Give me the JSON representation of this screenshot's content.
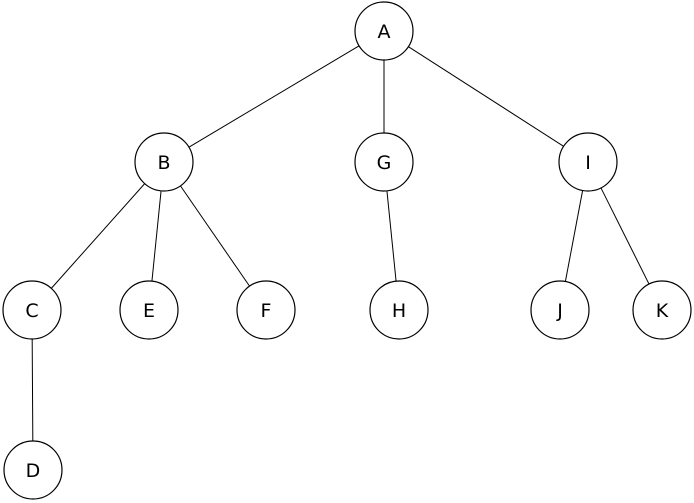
{
  "diagram": {
    "type": "tree",
    "nodes": [
      {
        "id": "A",
        "label": "A"
      },
      {
        "id": "B",
        "label": "B"
      },
      {
        "id": "G",
        "label": "G"
      },
      {
        "id": "I",
        "label": "I"
      },
      {
        "id": "C",
        "label": "C"
      },
      {
        "id": "E",
        "label": "E"
      },
      {
        "id": "F",
        "label": "F"
      },
      {
        "id": "H",
        "label": "H"
      },
      {
        "id": "J",
        "label": "J"
      },
      {
        "id": "K",
        "label": "K"
      },
      {
        "id": "D",
        "label": "D"
      }
    ],
    "edges": [
      {
        "from": "A",
        "to": "B"
      },
      {
        "from": "A",
        "to": "G"
      },
      {
        "from": "A",
        "to": "I"
      },
      {
        "from": "B",
        "to": "C"
      },
      {
        "from": "B",
        "to": "E"
      },
      {
        "from": "B",
        "to": "F"
      },
      {
        "from": "G",
        "to": "H"
      },
      {
        "from": "I",
        "to": "J"
      },
      {
        "from": "I",
        "to": "K"
      },
      {
        "from": "C",
        "to": "D"
      }
    ]
  }
}
